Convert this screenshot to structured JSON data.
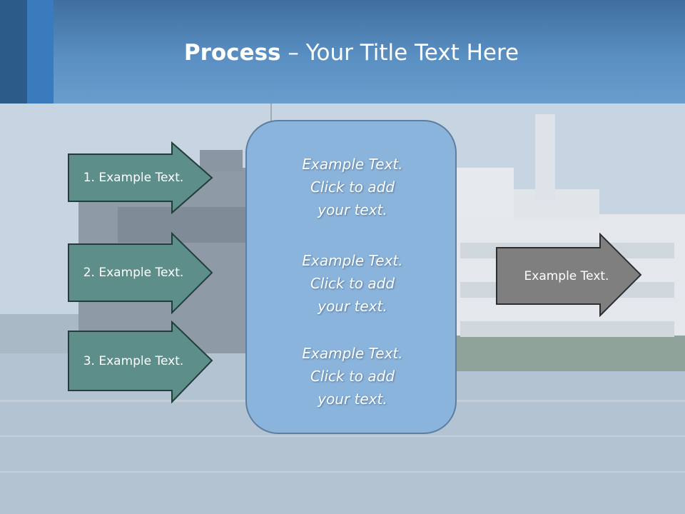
{
  "title": {
    "bold": "Process",
    "rest": " – Your Title Text Here"
  },
  "input_steps": [
    {
      "label": "1. Example Text."
    },
    {
      "label": "2. Example Text."
    },
    {
      "label": "3. Example Text."
    }
  ],
  "center_blocks": [
    {
      "lines": [
        "Example Text.",
        "Click  to add",
        "your text."
      ]
    },
    {
      "lines": [
        "Example Text.",
        "Click  to add",
        "your text."
      ]
    },
    {
      "lines": [
        "Example Text.",
        "Click  to add",
        "your text."
      ]
    }
  ],
  "output": {
    "label": "Example Text."
  },
  "colors": {
    "step_arrow": "#5e8e8a",
    "output_arrow": "#7f7f7f",
    "center_box": "#8ab4dc",
    "header": "#5a8fc2"
  }
}
